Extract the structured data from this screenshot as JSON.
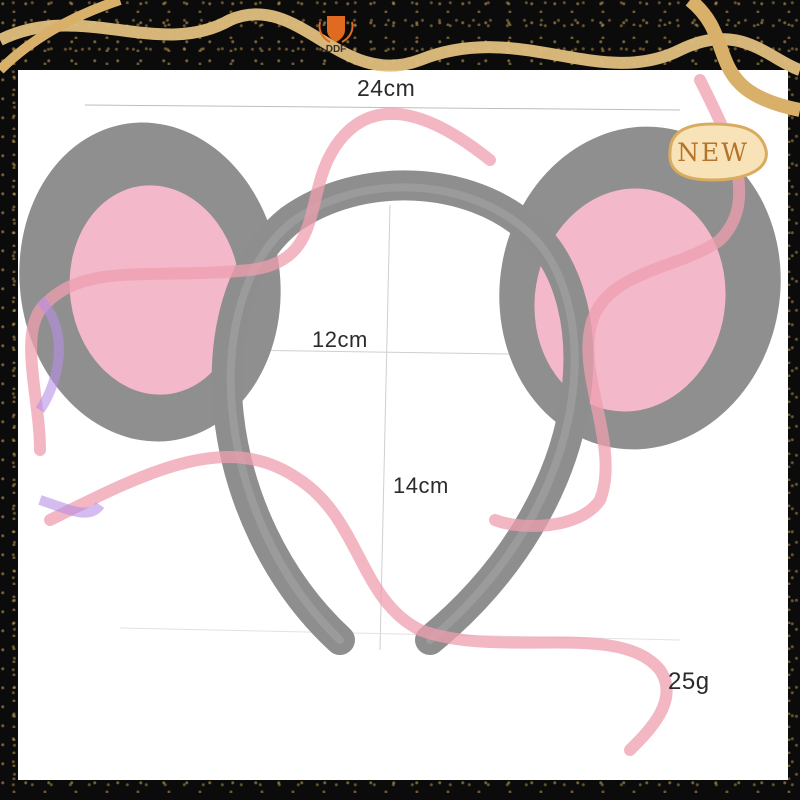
{
  "brand": {
    "name": "DDF"
  },
  "badge": {
    "text": "NEW"
  },
  "dimensions": {
    "width_label": "24cm",
    "inner_width_label": "12cm",
    "height_label": "14cm",
    "weight_label": "25g"
  },
  "colors": {
    "headband_gray": "#8e8e8e",
    "ear_pink": "#f4b8c9",
    "ribbon_pink": "#ef9fb0",
    "gold": "#e0bd7a"
  }
}
